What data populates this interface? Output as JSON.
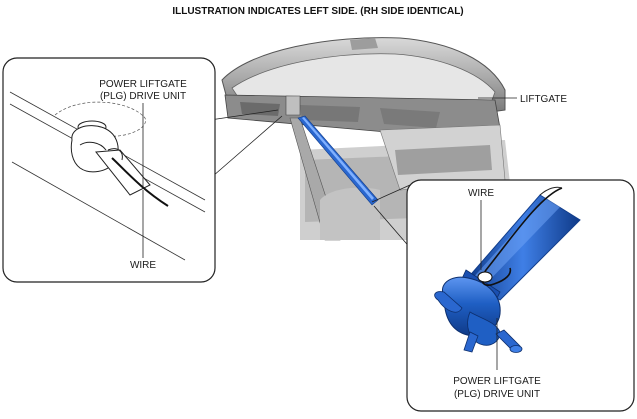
{
  "title": "ILLUSTRATION INDICATES LEFT SIDE. (RH SIDE IDENTICAL)",
  "labels": {
    "plg_left_line1": "POWER LIFTGATE",
    "plg_left_line2": "(PLG) DRIVE UNIT",
    "wire_left": "WIRE",
    "liftgate": "LIFTGATE",
    "wire_right": "WIRE",
    "plg_right_line1": "POWER LIFTGATE",
    "plg_right_line2": "(PLG) DRIVE UNIT"
  },
  "colors": {
    "strut_blue": "#1f5fc4",
    "strut_dark": "#123e8c",
    "body_gray": "#9a9a9a",
    "line": "#222222"
  }
}
